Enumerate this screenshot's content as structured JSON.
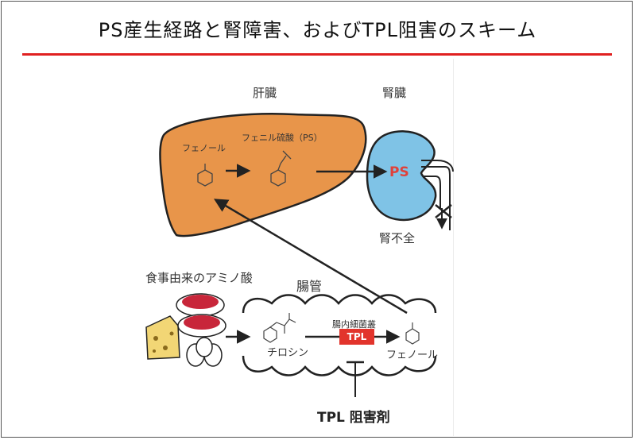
{
  "title": "PS産生経路と腎障害、およびTPL阻害のスキーム",
  "labels": {
    "liver": "肝臓",
    "kidney": "腎臓",
    "phenol_liver": "フェノール",
    "ps_full": "フェニル硫酸（PS）",
    "ps": "PS",
    "renal_failure": "腎不全",
    "dietary_amino_acids": "食事由来のアミノ酸",
    "intestine": "腸管",
    "tyrosine": "チロシン",
    "gut_bacteria": "腸内細菌叢",
    "tpl": "TPL",
    "phenol_gut": "フェノール",
    "inhibitor": "TPL 阻害剤"
  },
  "colors": {
    "title_rule": "#e02020",
    "liver_fill": "#e8954a",
    "kidney_fill": "#7fc3e6",
    "ps_text": "#e0413a",
    "tpl_box": "#e2342c"
  }
}
